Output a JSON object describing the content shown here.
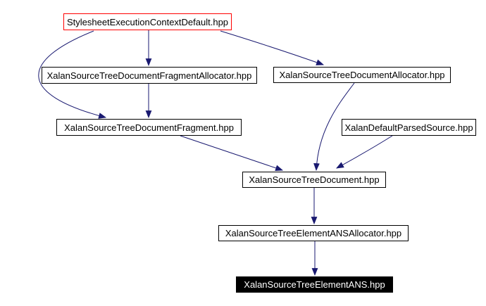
{
  "diagram": {
    "kind": "include-dependency-graph",
    "background_color": "#ffffff",
    "colors": {
      "edge": "#191970",
      "node_border": "#000000",
      "node_text": "#000000",
      "highlighted_node_border": "#ff0000",
      "selected_node_background": "#000000",
      "selected_node_text": "#ffffff"
    },
    "nodes": [
      {
        "id": "stylesheet-execution-context-default",
        "label": "StylesheetExecutionContextDefault.hpp",
        "style": "highlighted"
      },
      {
        "id": "source-tree-document-fragment-allocator",
        "label": "XalanSourceTreeDocumentFragmentAllocator.hpp",
        "style": "normal"
      },
      {
        "id": "source-tree-document-allocator",
        "label": "XalanSourceTreeDocumentAllocator.hpp",
        "style": "normal"
      },
      {
        "id": "source-tree-document-fragment",
        "label": "XalanSourceTreeDocumentFragment.hpp",
        "style": "normal"
      },
      {
        "id": "default-parsed-source",
        "label": "XalanDefaultParsedSource.hpp",
        "style": "normal"
      },
      {
        "id": "source-tree-document",
        "label": "XalanSourceTreeDocument.hpp",
        "style": "normal"
      },
      {
        "id": "source-tree-element-ans-allocator",
        "label": "XalanSourceTreeElementANSAllocator.hpp",
        "style": "normal"
      },
      {
        "id": "source-tree-element-ans",
        "label": "XalanSourceTreeElementANS.hpp",
        "style": "selected"
      }
    ],
    "edges": [
      {
        "from": "StylesheetExecutionContextDefault.hpp",
        "to": "XalanSourceTreeDocumentFragmentAllocator.hpp"
      },
      {
        "from": "StylesheetExecutionContextDefault.hpp",
        "to": "XalanSourceTreeDocumentFragment.hpp"
      },
      {
        "from": "StylesheetExecutionContextDefault.hpp",
        "to": "XalanSourceTreeDocumentAllocator.hpp"
      },
      {
        "from": "XalanSourceTreeDocumentFragmentAllocator.hpp",
        "to": "XalanSourceTreeDocumentFragment.hpp"
      },
      {
        "from": "XalanSourceTreeDocumentFragment.hpp",
        "to": "XalanSourceTreeDocument.hpp"
      },
      {
        "from": "XalanSourceTreeDocumentAllocator.hpp",
        "to": "XalanSourceTreeDocument.hpp"
      },
      {
        "from": "XalanDefaultParsedSource.hpp",
        "to": "XalanSourceTreeDocument.hpp"
      },
      {
        "from": "XalanSourceTreeDocument.hpp",
        "to": "XalanSourceTreeElementANSAllocator.hpp"
      },
      {
        "from": "XalanSourceTreeElementANSAllocator.hpp",
        "to": "XalanSourceTreeElementANS.hpp"
      }
    ]
  }
}
